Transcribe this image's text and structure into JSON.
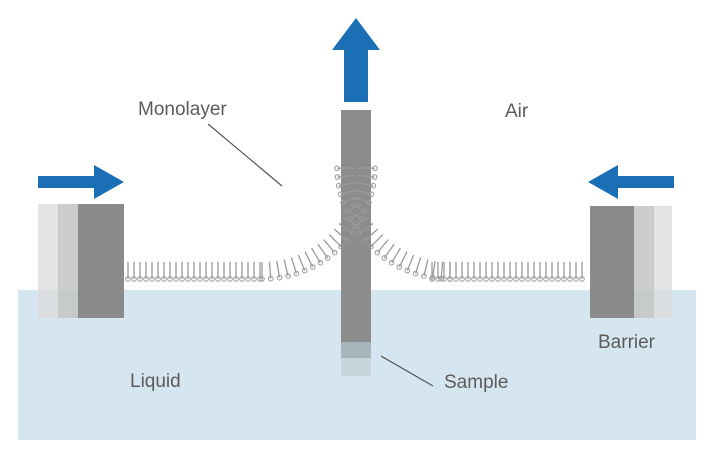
{
  "labels": {
    "monolayer": "Monolayer",
    "air": "Air",
    "liquid": "Liquid",
    "sample": "Sample",
    "barrier": "Barrier"
  },
  "colors": {
    "liquid": "#d6e6f0",
    "arrow": "#1a6fb5",
    "barrier_dark": "#8a8a8a",
    "sample": "#8c8c8c",
    "molecule": "#9a9a9a",
    "text": "#5c5c5c"
  },
  "icons": {
    "up_arrow": "up-arrow-icon",
    "left_push_arrow": "right-arrow-icon",
    "right_push_arrow": "left-arrow-icon"
  }
}
